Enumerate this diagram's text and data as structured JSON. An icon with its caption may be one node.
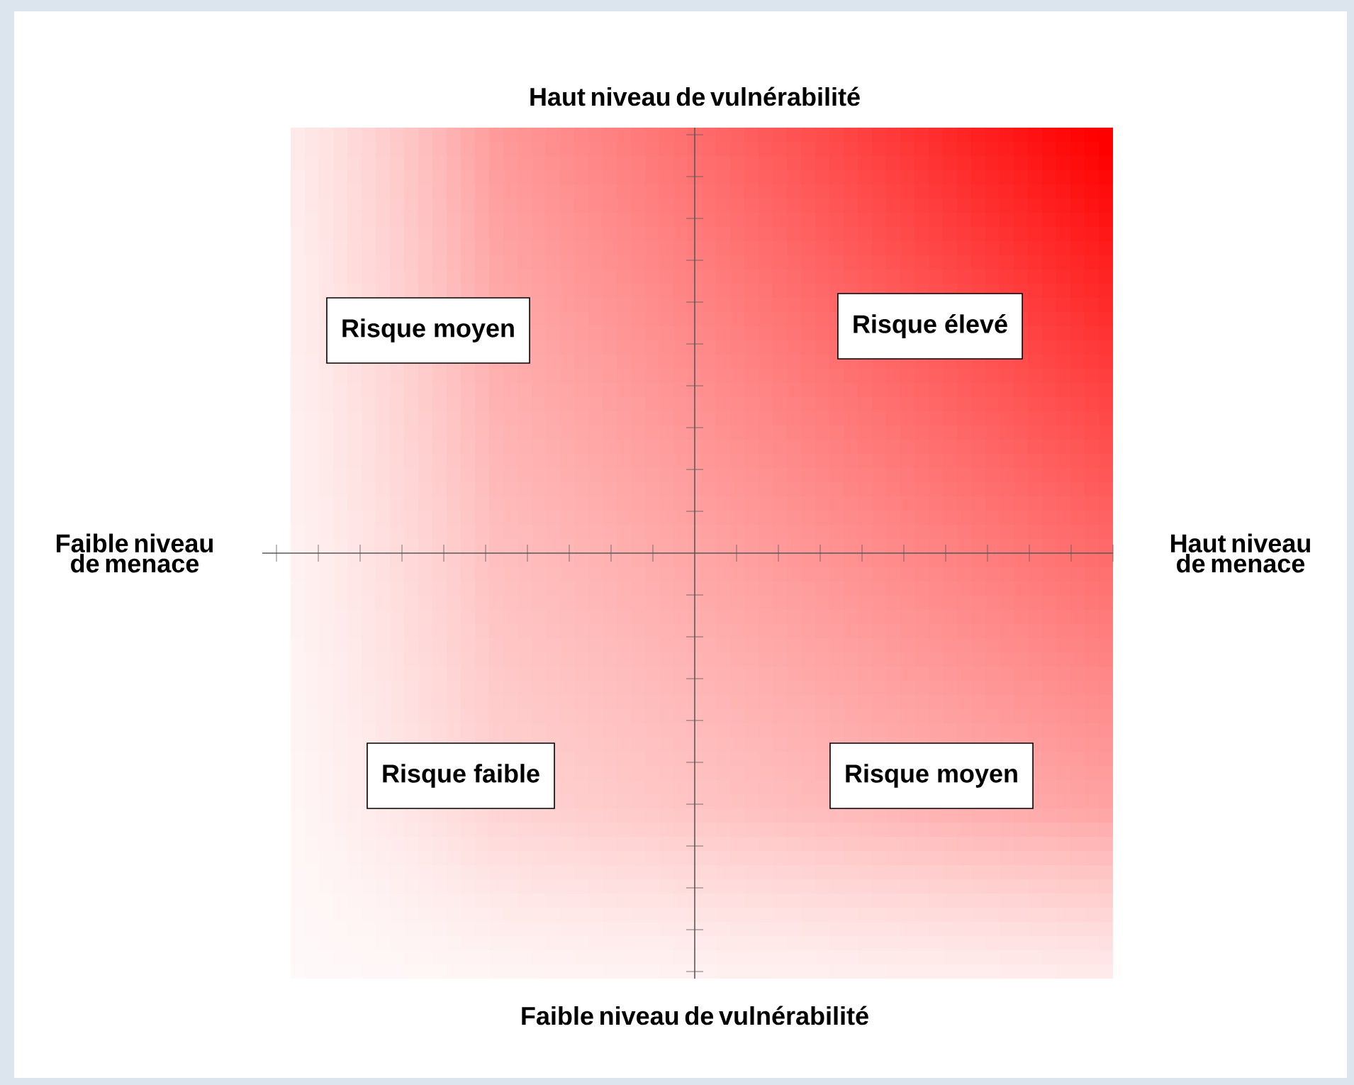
{
  "diagram": {
    "nodes": [
      {
        "text": [
          "Risque moyen"
        ]
      },
      {
        "text": [
          "Risque élevé"
        ]
      },
      {
        "text": [
          "Risque faible"
        ]
      },
      {
        "text": [
          "Risque moyen"
        ]
      }
    ],
    "labels": [
      "Haut niveau de vulnérabilité",
      "Faible niveau de menace",
      "Haut niveau de menace",
      "Faible niveau de vulnérabilité"
    ]
  }
}
